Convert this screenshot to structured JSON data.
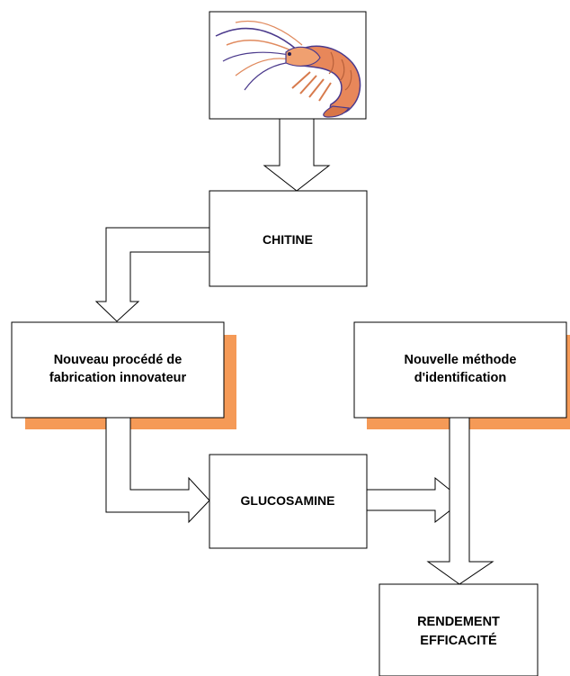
{
  "source_image": {
    "icon": "shrimp-illustration"
  },
  "nodes": {
    "chitine": {
      "label": "CHITINE"
    },
    "procede": {
      "line1": "Nouveau procédé de",
      "line2": "fabrication innovateur"
    },
    "methode": {
      "line1": "Nouvelle méthode",
      "line2": "d'identification"
    },
    "glucosamine": {
      "label": "GLUCOSAMINE"
    },
    "rendement": {
      "line1": "RENDEMENT",
      "line2": "EFFICACITÉ"
    }
  },
  "colors": {
    "shadow": "#f59a57",
    "border": "#000000",
    "shrimp_body": "#e8875a",
    "shrimp_outline": "#4b3a8c"
  }
}
